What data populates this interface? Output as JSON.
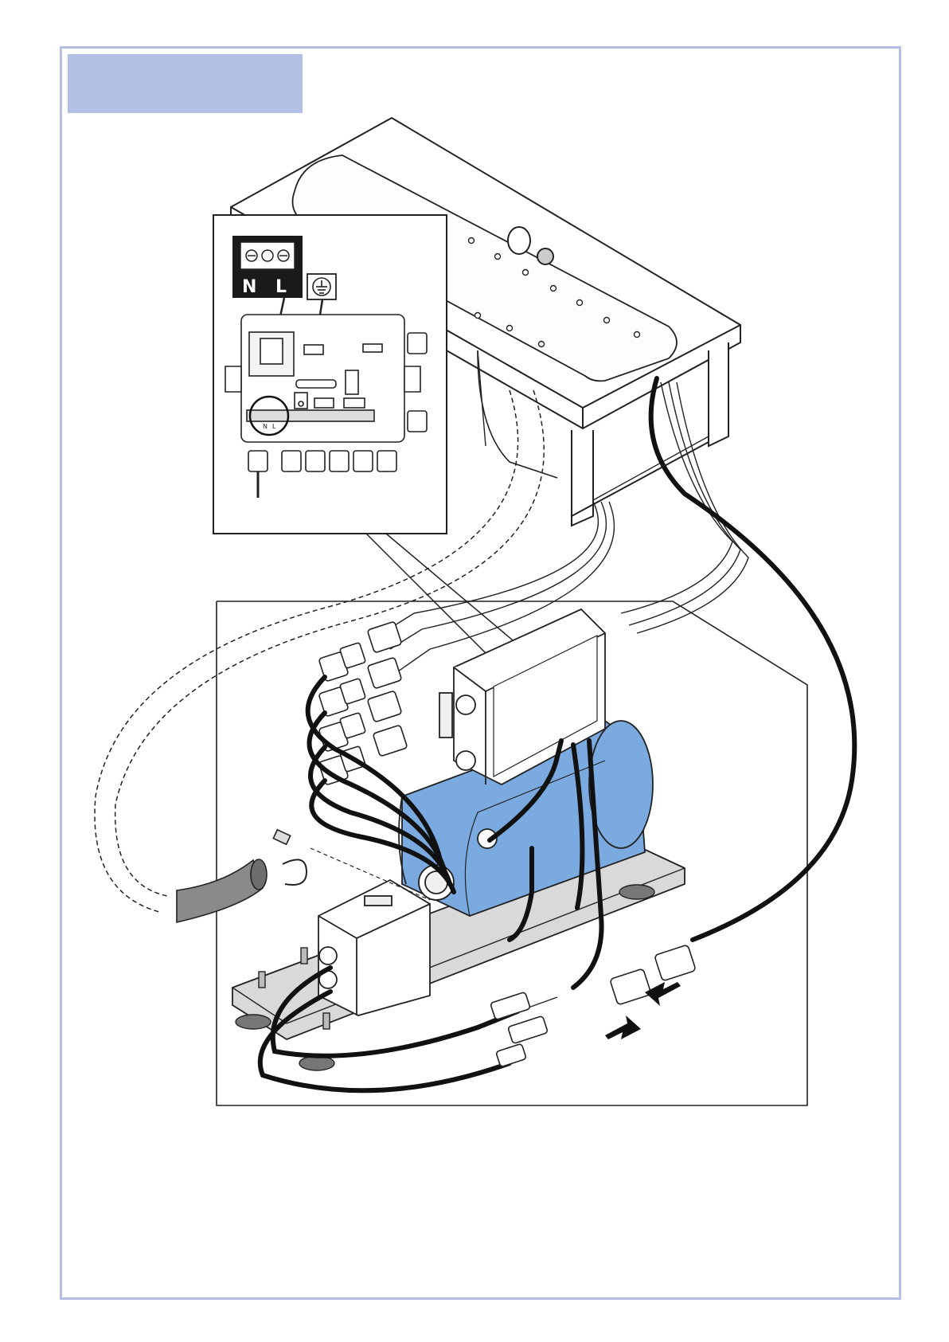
{
  "terminal": {
    "neutral_label": "N",
    "line_label": "L",
    "board_neutral": "N",
    "board_line": "L"
  },
  "colors": {
    "frame": "#b3bfe5",
    "pump_body": "#7aaae0",
    "cable": "#111111",
    "linework": "#222222"
  },
  "icons": {
    "earth": "ground-symbol-icon",
    "connector_arrows": "arrow-icon"
  }
}
